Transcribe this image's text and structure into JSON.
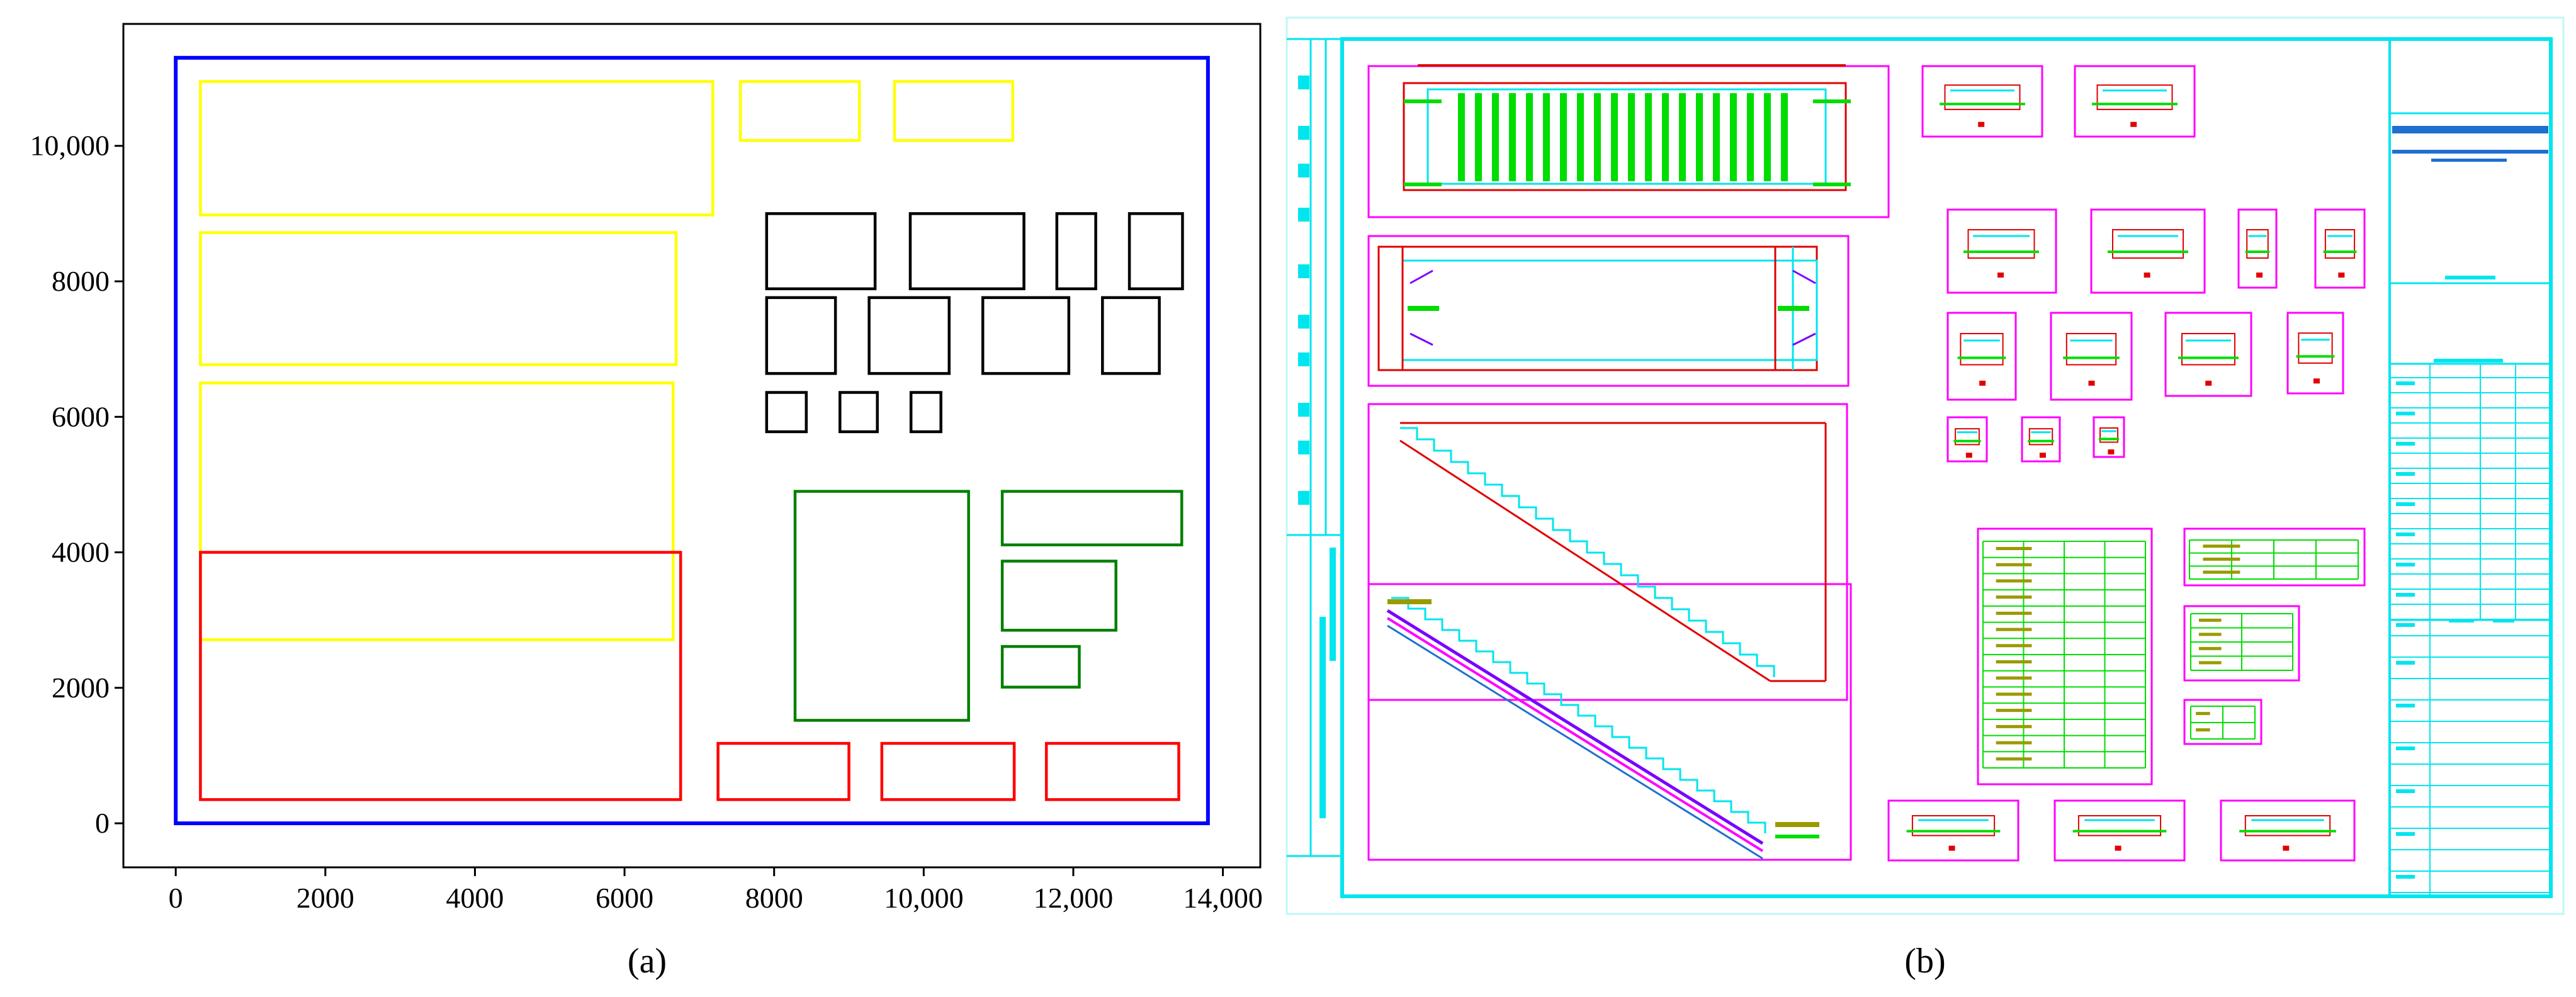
{
  "panel_a": {
    "caption": "(a)",
    "chart_data": {
      "type": "layout-rectangles",
      "x_ticks": [
        0,
        2000,
        4000,
        6000,
        8000,
        10000,
        12000,
        14000
      ],
      "x_tick_labels": [
        "0",
        "2000",
        "4000",
        "6000",
        "8000",
        "10,000",
        "12,000",
        "14,000"
      ],
      "y_ticks": [
        0,
        2000,
        4000,
        6000,
        8000,
        10000
      ],
      "y_tick_labels": [
        "0",
        "2000",
        "4000",
        "6000",
        "8000",
        "10,000"
      ],
      "xlim": [
        -700,
        14500
      ],
      "ylim": [
        -650,
        11800
      ],
      "grid": false,
      "colors": {
        "blue": "#0000ff",
        "yellow": "#ffff00",
        "black": "#000000",
        "green": "#007f00",
        "red": "#ff0000"
      },
      "rects": [
        {
          "group": "blue",
          "x0": 0,
          "y0": 0,
          "x1": 13800,
          "y1": 11300
        },
        {
          "group": "yellow",
          "x0": 330,
          "y0": 8980,
          "x1": 7180,
          "y1": 10950
        },
        {
          "group": "yellow",
          "x0": 7550,
          "y0": 10080,
          "x1": 9140,
          "y1": 10950
        },
        {
          "group": "yellow",
          "x0": 9610,
          "y0": 10080,
          "x1": 11190,
          "y1": 10950
        },
        {
          "group": "yellow",
          "x0": 330,
          "y0": 6770,
          "x1": 6690,
          "y1": 8720
        },
        {
          "group": "yellow",
          "x0": 330,
          "y0": 2710,
          "x1": 6650,
          "y1": 6500
        },
        {
          "group": "black",
          "x0": 7900,
          "y0": 7890,
          "x1": 9350,
          "y1": 9000
        },
        {
          "group": "black",
          "x0": 9820,
          "y0": 7890,
          "x1": 11340,
          "y1": 9000
        },
        {
          "group": "black",
          "x0": 11780,
          "y0": 7890,
          "x1": 12300,
          "y1": 9000
        },
        {
          "group": "black",
          "x0": 12750,
          "y0": 7890,
          "x1": 13460,
          "y1": 9000
        },
        {
          "group": "black",
          "x0": 7900,
          "y0": 6640,
          "x1": 8820,
          "y1": 7760
        },
        {
          "group": "black",
          "x0": 9270,
          "y0": 6640,
          "x1": 10340,
          "y1": 7760
        },
        {
          "group": "black",
          "x0": 10790,
          "y0": 6640,
          "x1": 11940,
          "y1": 7760
        },
        {
          "group": "black",
          "x0": 12390,
          "y0": 6640,
          "x1": 13150,
          "y1": 7760
        },
        {
          "group": "black",
          "x0": 7900,
          "y0": 5780,
          "x1": 8430,
          "y1": 6360
        },
        {
          "group": "black",
          "x0": 8880,
          "y0": 5780,
          "x1": 9380,
          "y1": 6360
        },
        {
          "group": "black",
          "x0": 9830,
          "y0": 5780,
          "x1": 10230,
          "y1": 6360
        },
        {
          "group": "green",
          "x0": 8280,
          "y0": 1520,
          "x1": 10600,
          "y1": 4900
        },
        {
          "group": "green",
          "x0": 11050,
          "y0": 4110,
          "x1": 13450,
          "y1": 4900
        },
        {
          "group": "green",
          "x0": 11050,
          "y0": 2850,
          "x1": 12570,
          "y1": 3870
        },
        {
          "group": "green",
          "x0": 11050,
          "y0": 2010,
          "x1": 12080,
          "y1": 2610
        },
        {
          "group": "red",
          "x0": 330,
          "y0": 350,
          "x1": 6750,
          "y1": 4000
        },
        {
          "group": "red",
          "x0": 7250,
          "y0": 350,
          "x1": 9000,
          "y1": 1180
        },
        {
          "group": "red",
          "x0": 9440,
          "y0": 350,
          "x1": 11210,
          "y1": 1180
        },
        {
          "group": "red",
          "x0": 11640,
          "y0": 350,
          "x1": 13410,
          "y1": 1180
        }
      ]
    }
  },
  "panel_b": {
    "caption": "(b)",
    "colors": {
      "frame": "#00e5ee",
      "magenta": "#ff00ff",
      "red": "#e00000",
      "green": "#00dd00",
      "olive": "#9a9a00",
      "orange": "#ff9900",
      "blue": "#1e6fd0",
      "purple": "#7a00ff",
      "black": "#000000"
    }
  }
}
